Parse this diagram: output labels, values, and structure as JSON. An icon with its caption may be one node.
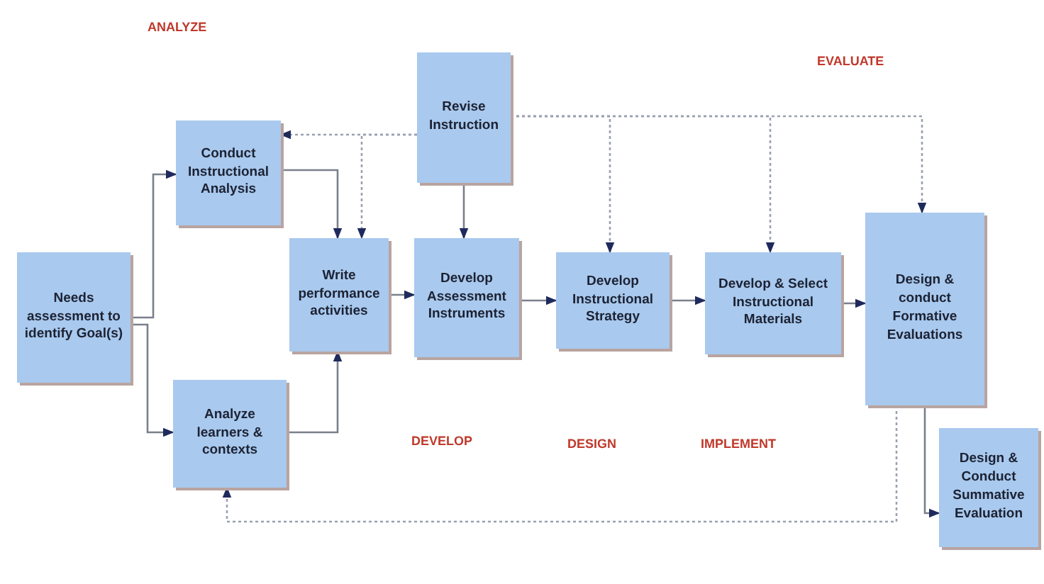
{
  "diagram": {
    "nodes": [
      {
        "text": [
          "Needs assessment to identify Goal(s)"
        ]
      },
      {
        "text": [
          "Conduct Instructional Analysis"
        ]
      },
      {
        "text": [
          "Analyze learners & contexts"
        ]
      },
      {
        "text": [
          "Revise Instruction"
        ]
      },
      {
        "text": [
          "Write performance activities"
        ]
      },
      {
        "text": [
          "Develop Assessment Instruments"
        ]
      },
      {
        "text": [
          "Develop Instructional Strategy"
        ]
      },
      {
        "text": [
          "Develop & Select Instructional Materials"
        ]
      },
      {
        "text": [
          "Design & conduct Formative Evaluations"
        ]
      },
      {
        "text": [
          "Design & Conduct Summative Evaluation"
        ]
      }
    ],
    "edges": [
      {
        "from": 0,
        "to": 1,
        "arrow": "to"
      },
      {
        "from": 0,
        "to": 2,
        "arrow": "to"
      },
      {
        "from": 1,
        "to": 4,
        "arrow": "to"
      },
      {
        "from": 2,
        "to": 4,
        "arrow": "to"
      },
      {
        "from": 3,
        "to": 1,
        "arrow": "to",
        "style": "dashed"
      },
      {
        "from": 3,
        "to": 4,
        "arrow": "to",
        "style": "dashed"
      },
      {
        "from": 3,
        "to": 5,
        "arrow": "to"
      },
      {
        "from": 3,
        "to": 6,
        "arrow": "to",
        "style": "dashed"
      },
      {
        "from": 3,
        "to": 7,
        "arrow": "to",
        "style": "dashed"
      },
      {
        "from": 3,
        "to": 8,
        "arrow": "to",
        "style": "dashed"
      },
      {
        "from": 4,
        "to": 5,
        "arrow": "to"
      },
      {
        "from": 5,
        "to": 6,
        "arrow": "to"
      },
      {
        "from": 6,
        "to": 7,
        "arrow": "to"
      },
      {
        "from": 7,
        "to": 8,
        "arrow": "to"
      },
      {
        "from": 8,
        "to": 9,
        "arrow": "to"
      },
      {
        "from": 8,
        "to": 2,
        "arrow": "to",
        "style": "dashed"
      }
    ],
    "labels": [
      "ANALYZE",
      "EVALUATE",
      "DEVELOP",
      "DESIGN",
      "IMPLEMENT"
    ]
  }
}
